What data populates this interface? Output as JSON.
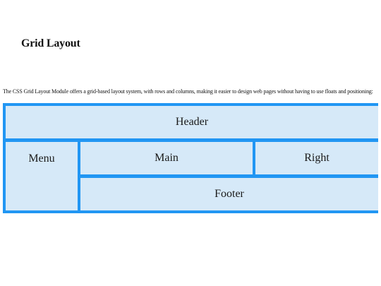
{
  "page": {
    "title": "Grid Layout",
    "intro": "The CSS Grid Layout Module offers a grid-based layout system, with rows and columns, making it easier to design web pages without having to use floats and positioning:"
  },
  "grid": {
    "header": "Header",
    "menu": "Menu",
    "main": "Main",
    "right": "Right",
    "footer": "Footer"
  },
  "colors": {
    "grid_background": "#2196F3",
    "cell_background": "#d6e9f8"
  }
}
